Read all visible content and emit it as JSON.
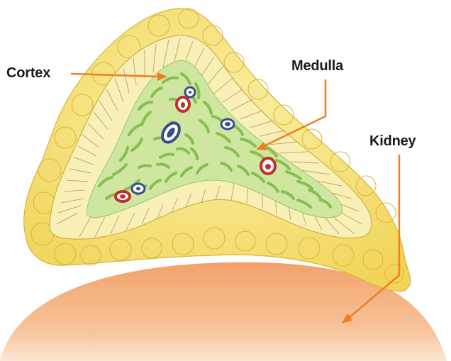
{
  "labels": {
    "cortex": "Cortex",
    "medulla": "Medulla",
    "kidney": "Kidney"
  },
  "colors": {
    "fat": "#f6e27a",
    "fat_edge": "#d8b83a",
    "cortex_fill": "#f9f0b8",
    "cortex_striation": "#b98a5a",
    "medulla": "#cfe6a0",
    "medulla_cord": "#86bf4f",
    "kidney": "#f0a770",
    "arrow": "#ef7d22",
    "artery": "#c0312a",
    "vein": "#3b4b8f"
  }
}
